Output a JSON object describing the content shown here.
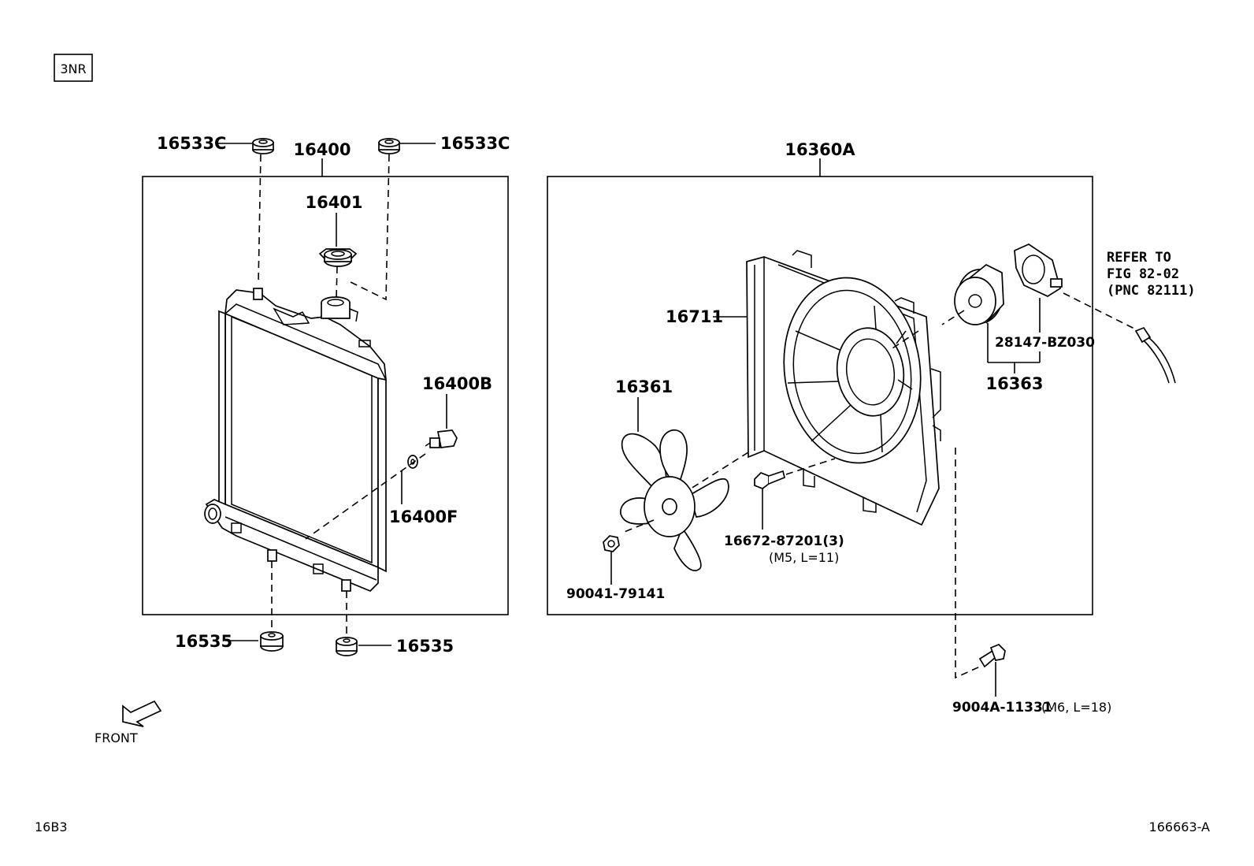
{
  "engine_code": "3NR",
  "front_label": "FRONT",
  "page_code": "16B3",
  "figure_code": "166663-A",
  "groups": {
    "radiator_assembly": "16400",
    "fan_assembly": "16360A"
  },
  "labels": {
    "upper_mount_left": "16533C",
    "upper_mount_right": "16533C",
    "radiator_cap": "16401",
    "drain_cock": "16400B",
    "drain_gasket": "16400F",
    "lower_mount_left": "16535",
    "lower_mount_right": "16535",
    "fan_shroud": "16711",
    "fan": "16361",
    "fan_nut": "90041-79141",
    "shroud_bolt": "16672-87201(3)",
    "shroud_bolt_spec": "(M5, L=11)",
    "fan_motor": "16363",
    "motor_connector": "28147-BZ030",
    "bracket_bolt": "9004A-11331",
    "bracket_bolt_spec": "(M6, L=18)",
    "refer_line1": "REFER TO",
    "refer_line2": "FIG 82-02",
    "refer_line3": "(PNC 82111)"
  }
}
